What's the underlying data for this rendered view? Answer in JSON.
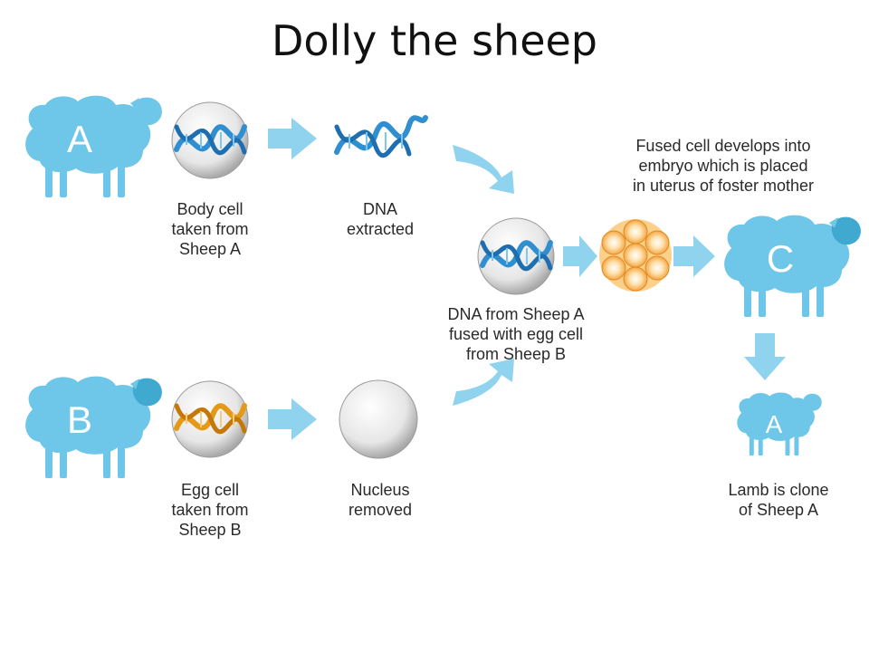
{
  "title": "Dolly the sheep",
  "colors": {
    "sheep": "#6ec6e8",
    "sheep_face": "#3fa9d0",
    "arrow": "#8fd3ee",
    "dna_blue": "#2f8fd0",
    "dna_orange": "#e59a17",
    "cell": "#f4a93a"
  },
  "sheep": {
    "a_label": "A",
    "b_label": "B",
    "c_label": "C",
    "lamb_label": "A"
  },
  "captions": {
    "body_cell": "Body cell\ntaken from\nSheep A",
    "dna_extracted": "DNA\nextracted",
    "fused": "DNA from Sheep A\nfused with egg cell\nfrom Sheep B",
    "embryo": "Fused cell develops into\nembryo which is placed\nin uterus of foster mother",
    "egg_cell": "Egg cell\ntaken from\nSheep B",
    "nucleus_removed": "Nucleus\nremoved",
    "lamb": "Lamb is clone\nof Sheep A"
  }
}
